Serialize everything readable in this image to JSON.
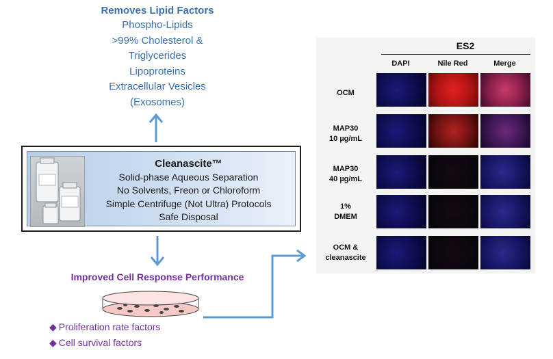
{
  "top": {
    "title": "Removes Lipid Factors",
    "items": [
      "Phospho-Lipids",
      ">99% Cholesterol &",
      "Triglycerides",
      "Lipoproteins",
      "Extracellular Vesicles",
      "(Exosomes)"
    ]
  },
  "box": {
    "title": "Cleanascite™",
    "lines": [
      "Solid-phase Aqueous Separation",
      "No Solvents, Freon or Chloroform",
      "Simple Centrifuge (Not Ultra) Protocols",
      "Safe Disposal"
    ]
  },
  "bottom": {
    "title": "Improved Cell Response Performance",
    "bullets": [
      "Proliferation rate factors",
      "Cell survival factors"
    ]
  },
  "micrograph": {
    "title": "ES2",
    "columns": [
      "DAPI",
      "Nile Red",
      "Merge"
    ],
    "rows": [
      {
        "label_1": "OCM",
        "label_2": ""
      },
      {
        "label_1": "MAP30",
        "label_2": "10 µg/mL"
      },
      {
        "label_1": "MAP30",
        "label_2": "40 µg/mL"
      },
      {
        "label_1": "1%",
        "label_2": "DMEM"
      },
      {
        "label_1": "OCM &",
        "label_2": "cleanascite"
      }
    ]
  },
  "colors": {
    "blue_text": "#3a6fb0",
    "purple_text": "#7030a0",
    "arrow": "#5b9bd5"
  }
}
